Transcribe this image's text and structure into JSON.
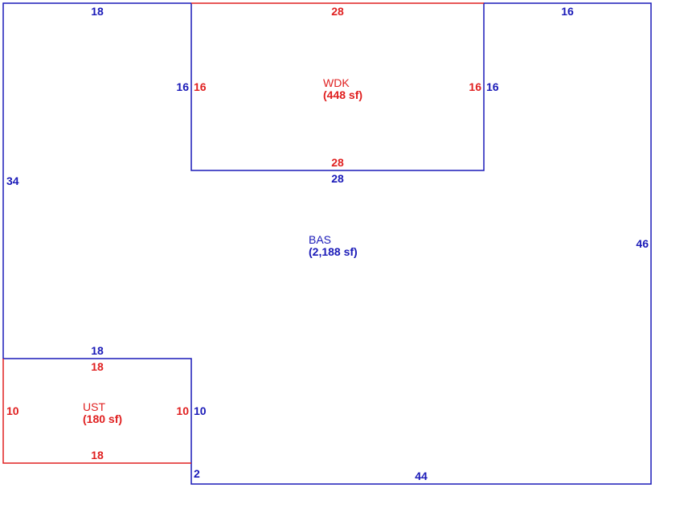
{
  "colors": {
    "main": "#1a1ab8",
    "addition": "#e02020"
  },
  "areas": {
    "bas": {
      "code": "BAS",
      "size": "(2,188 sf)"
    },
    "wdk": {
      "code": "WDK",
      "size": "(448 sf)"
    },
    "ust": {
      "code": "UST",
      "size": "(180 sf)"
    }
  },
  "dimensions": {
    "bas_top_left": "18",
    "bas_top_right": "16",
    "bas_left": "34",
    "bas_right": "46",
    "bas_bottom": "44",
    "bas_step": "2",
    "bas_wdk_left": "16",
    "bas_wdk_right": "16",
    "bas_wdk_bottom": "28",
    "bas_ust_top": "18",
    "bas_ust_right": "10",
    "wdk_top": "28",
    "wdk_left": "16",
    "wdk_right": "16",
    "wdk_bottom": "28",
    "ust_top": "18",
    "ust_left": "10",
    "ust_right": "10",
    "ust_bottom": "18"
  }
}
